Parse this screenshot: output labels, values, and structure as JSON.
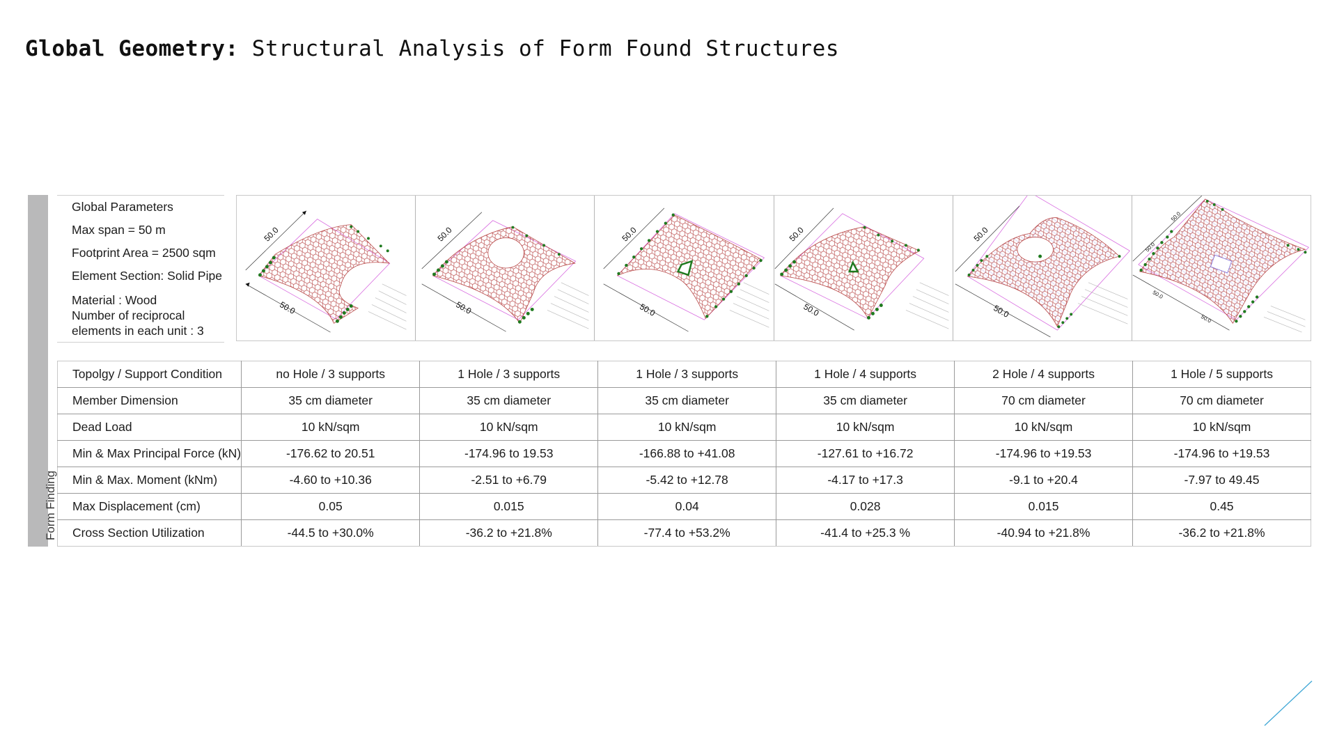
{
  "title": {
    "bold": "Global Geometry:",
    "rest": " Structural Analysis of Form Found Structures"
  },
  "side_label": "Form Finding",
  "global_parameters": {
    "heading": "Global Parameters",
    "items": [
      "Max span = 50 m",
      "Footprint Area = 2500 sqm",
      "Element Section: Solid Pipe",
      "Material : Wood",
      "Number of reciprocal",
      "elements in each unit : 3"
    ]
  },
  "models": [
    {
      "dim_a": "50.0",
      "dim_b": "50.0",
      "variant": "no-hole-3-supports"
    },
    {
      "dim_a": "50.0",
      "dim_b": "50.0",
      "variant": "1-hole-3-supports-a"
    },
    {
      "dim_a": "50.0",
      "dim_b": "50.0",
      "variant": "1-hole-3-supports-b"
    },
    {
      "dim_a": "50.0",
      "dim_b": "50.0",
      "variant": "1-hole-4-supports"
    },
    {
      "dim_a": "50.0",
      "dim_b": "50.0",
      "variant": "2-hole-4-supports"
    },
    {
      "dim_a": "50.0",
      "dim_b": "50.0",
      "dim_c": "50.0",
      "dim_d": "50.0",
      "variant": "1-hole-5-supports"
    }
  ],
  "table": {
    "rows": [
      {
        "label": "Topolgy / Support Condition",
        "values": [
          "no Hole / 3 supports",
          "1 Hole / 3 supports",
          "1 Hole / 3 supports",
          "1 Hole / 4 supports",
          "2 Hole / 4 supports",
          "1 Hole / 5 supports"
        ]
      },
      {
        "label": "Member Dimension",
        "values": [
          "35 cm diameter",
          "35 cm diameter",
          "35 cm diameter",
          "35 cm diameter",
          "70 cm diameter",
          "70 cm diameter"
        ]
      },
      {
        "label": "Dead Load",
        "values": [
          "10 kN/sqm",
          "10 kN/sqm",
          "10 kN/sqm",
          "10 kN/sqm",
          "10 kN/sqm",
          "10 kN/sqm"
        ]
      },
      {
        "label": "Min & Max Principal Force (kN)",
        "values": [
          "-176.62 to 20.51",
          "-174.96 to 19.53",
          "-166.88 to +41.08",
          "-127.61 to +16.72",
          "-174.96  to +19.53",
          "-174.96 to +19.53"
        ]
      },
      {
        "label": "Min & Max. Moment (kNm)",
        "values": [
          "-4.60 to +10.36",
          "-2.51 to +6.79",
          "-5.42  to +12.78",
          "-4.17  to +17.3",
          "-9.1 to +20.4",
          "-7.97 to 49.45"
        ]
      },
      {
        "label": "Max Displacement (cm)",
        "values": [
          "0.05",
          "0.015",
          "0.04",
          "0.028",
          "0.015",
          "0.45"
        ]
      },
      {
        "label": "Cross Section Utilization",
        "values": [
          "-44.5  to  +30.0%",
          "-36.2 to +21.8%",
          "-77.4  to +53.2%",
          "-41.4  to +25.3 %",
          "-40.94 to  +21.8%",
          "-36.2  to +21.8%"
        ]
      }
    ]
  },
  "colors": {
    "mesh": "#b94a4a",
    "support": "#1f7a1f",
    "boundary": "#d86be0",
    "dimension": "#222222",
    "side_bar": "#b9b9ba",
    "accent_line": "#3fa7d6"
  }
}
